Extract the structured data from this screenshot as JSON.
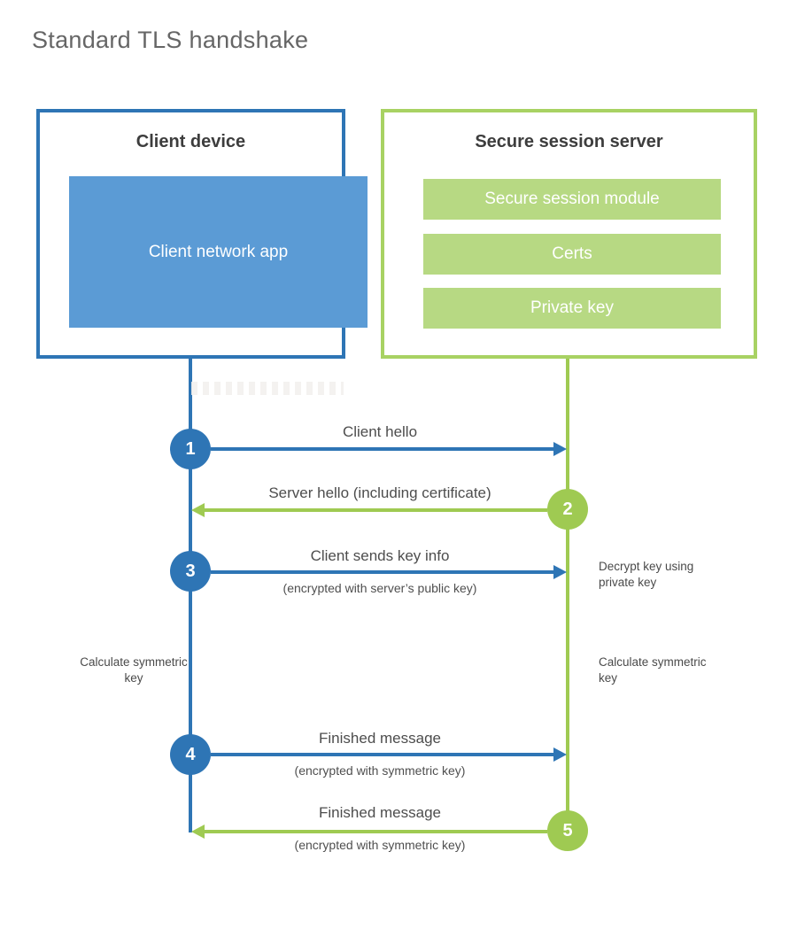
{
  "title": "Standard TLS handshake",
  "colors": {
    "client_blue": "#2e75b5",
    "client_fill_blue": "#5b9bd5",
    "server_green": "#9fca52",
    "server_border_green": "#a8d263",
    "server_fill_green": "#b7d983",
    "text_dark": "#3d3d3d",
    "text_gray": "#4d4d4d",
    "title_gray": "#666666"
  },
  "client_box": {
    "title": "Client device",
    "app_label": "Client network app"
  },
  "server_box": {
    "title": "Secure session server",
    "modules": [
      "Secure session module",
      "Certs",
      "Private key"
    ]
  },
  "flow": {
    "steps": [
      {
        "number": "1",
        "direction": "client-to-server",
        "label": "Client hello",
        "sublabel": ""
      },
      {
        "number": "2",
        "direction": "server-to-client",
        "label": "Server hello (including certificate)",
        "sublabel": ""
      },
      {
        "number": "3",
        "direction": "client-to-server",
        "label": "Client sends key info",
        "sublabel": "(encrypted with server’s public key)"
      },
      {
        "number": "4",
        "direction": "client-to-server",
        "label": "Finished message",
        "sublabel": "(encrypted with symmetric key)"
      },
      {
        "number": "5",
        "direction": "server-to-client",
        "label": "Finished message",
        "sublabel": "(encrypted with symmetric key)"
      }
    ],
    "side_notes": {
      "decrypt_key": "Decrypt key using private key",
      "calculate_left": "Calculate symmetric key",
      "calculate_right": "Calculate symmetric key"
    }
  }
}
